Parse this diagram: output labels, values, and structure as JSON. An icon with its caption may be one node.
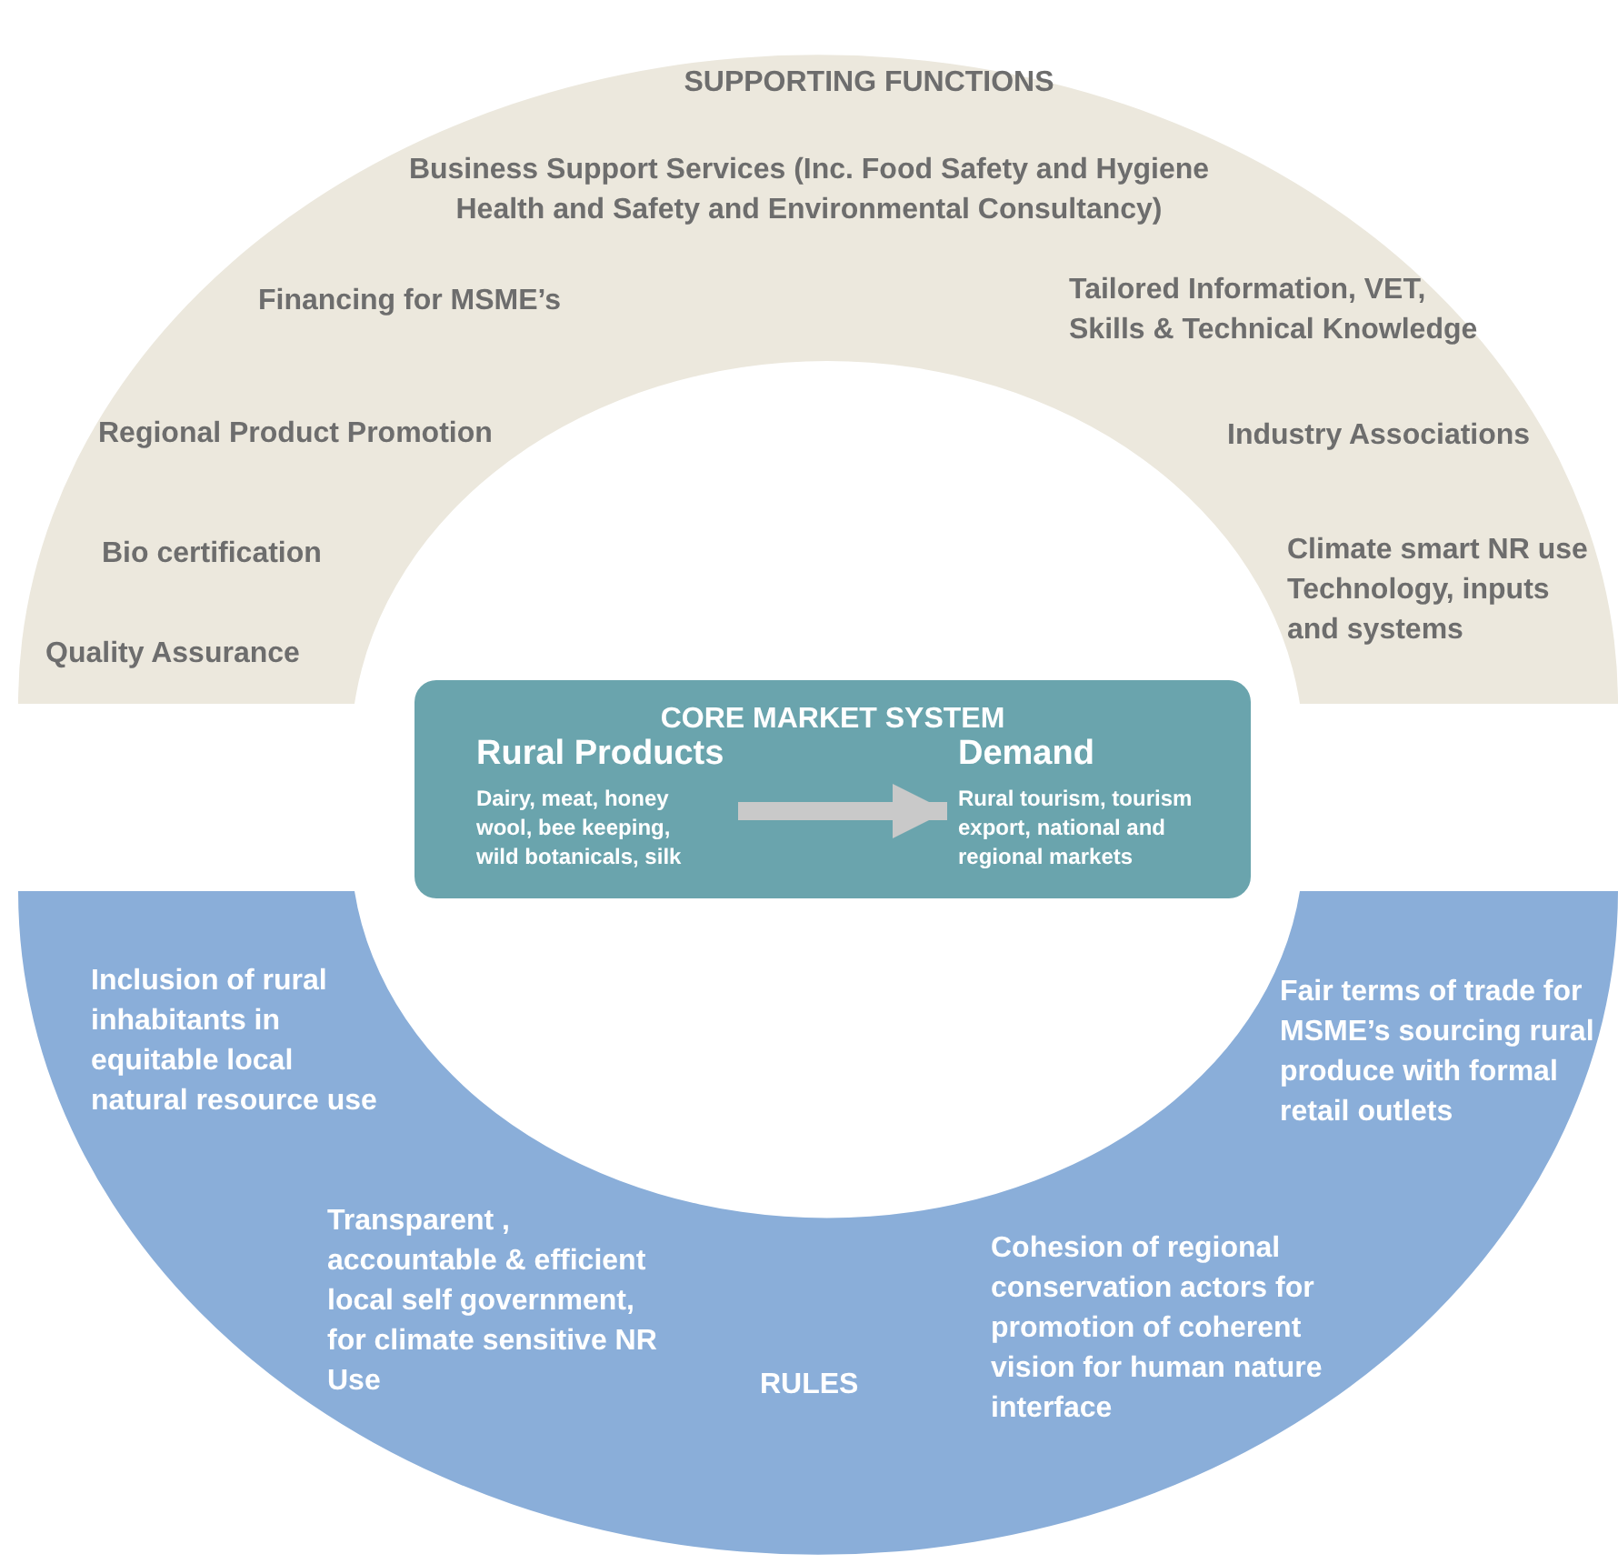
{
  "diagram": {
    "nodes": [
      {
        "text": [
          "SUPPORTING FUNCTIONS",
          "Business Support Services  (Inc. Food Safety and Hygiene Health and Safety and Environmental Consultancy)",
          "Financing for MSME’s",
          "Tailored Information, VET, Skills & Technical Knowledge",
          "Regional Product Promotion",
          "Industry Associations",
          "Bio certification",
          "Climate smart NR use Technology, inputs and systems",
          "Quality Assurance"
        ]
      },
      {
        "text": [
          "CORE MARKET SYSTEM"
        ]
      },
      {
        "text": [
          "Rural Products",
          "Dairy, meat, honey wool, bee keeping, wild botanicals, silk"
        ],
        "in": 1
      },
      {
        "text": [
          "Demand",
          "Rural tourism, tourism export, national and regional  markets"
        ],
        "in": 1
      },
      {
        "text": [
          "Inclusion of  rural inhabitants in equitable local natural resource use",
          "Fair terms of trade for MSME’s  sourcing rural produce with formal retail outlets",
          "Transparent , accountable & efficient local self government, for climate sensitive NR Use",
          "Cohesion of regional conservation actors for promotion of coherent vision for human nature interface",
          "RULES"
        ]
      }
    ],
    "edges": [
      {
        "from": 2,
        "to": 3,
        "arrow": "to"
      }
    ]
  }
}
